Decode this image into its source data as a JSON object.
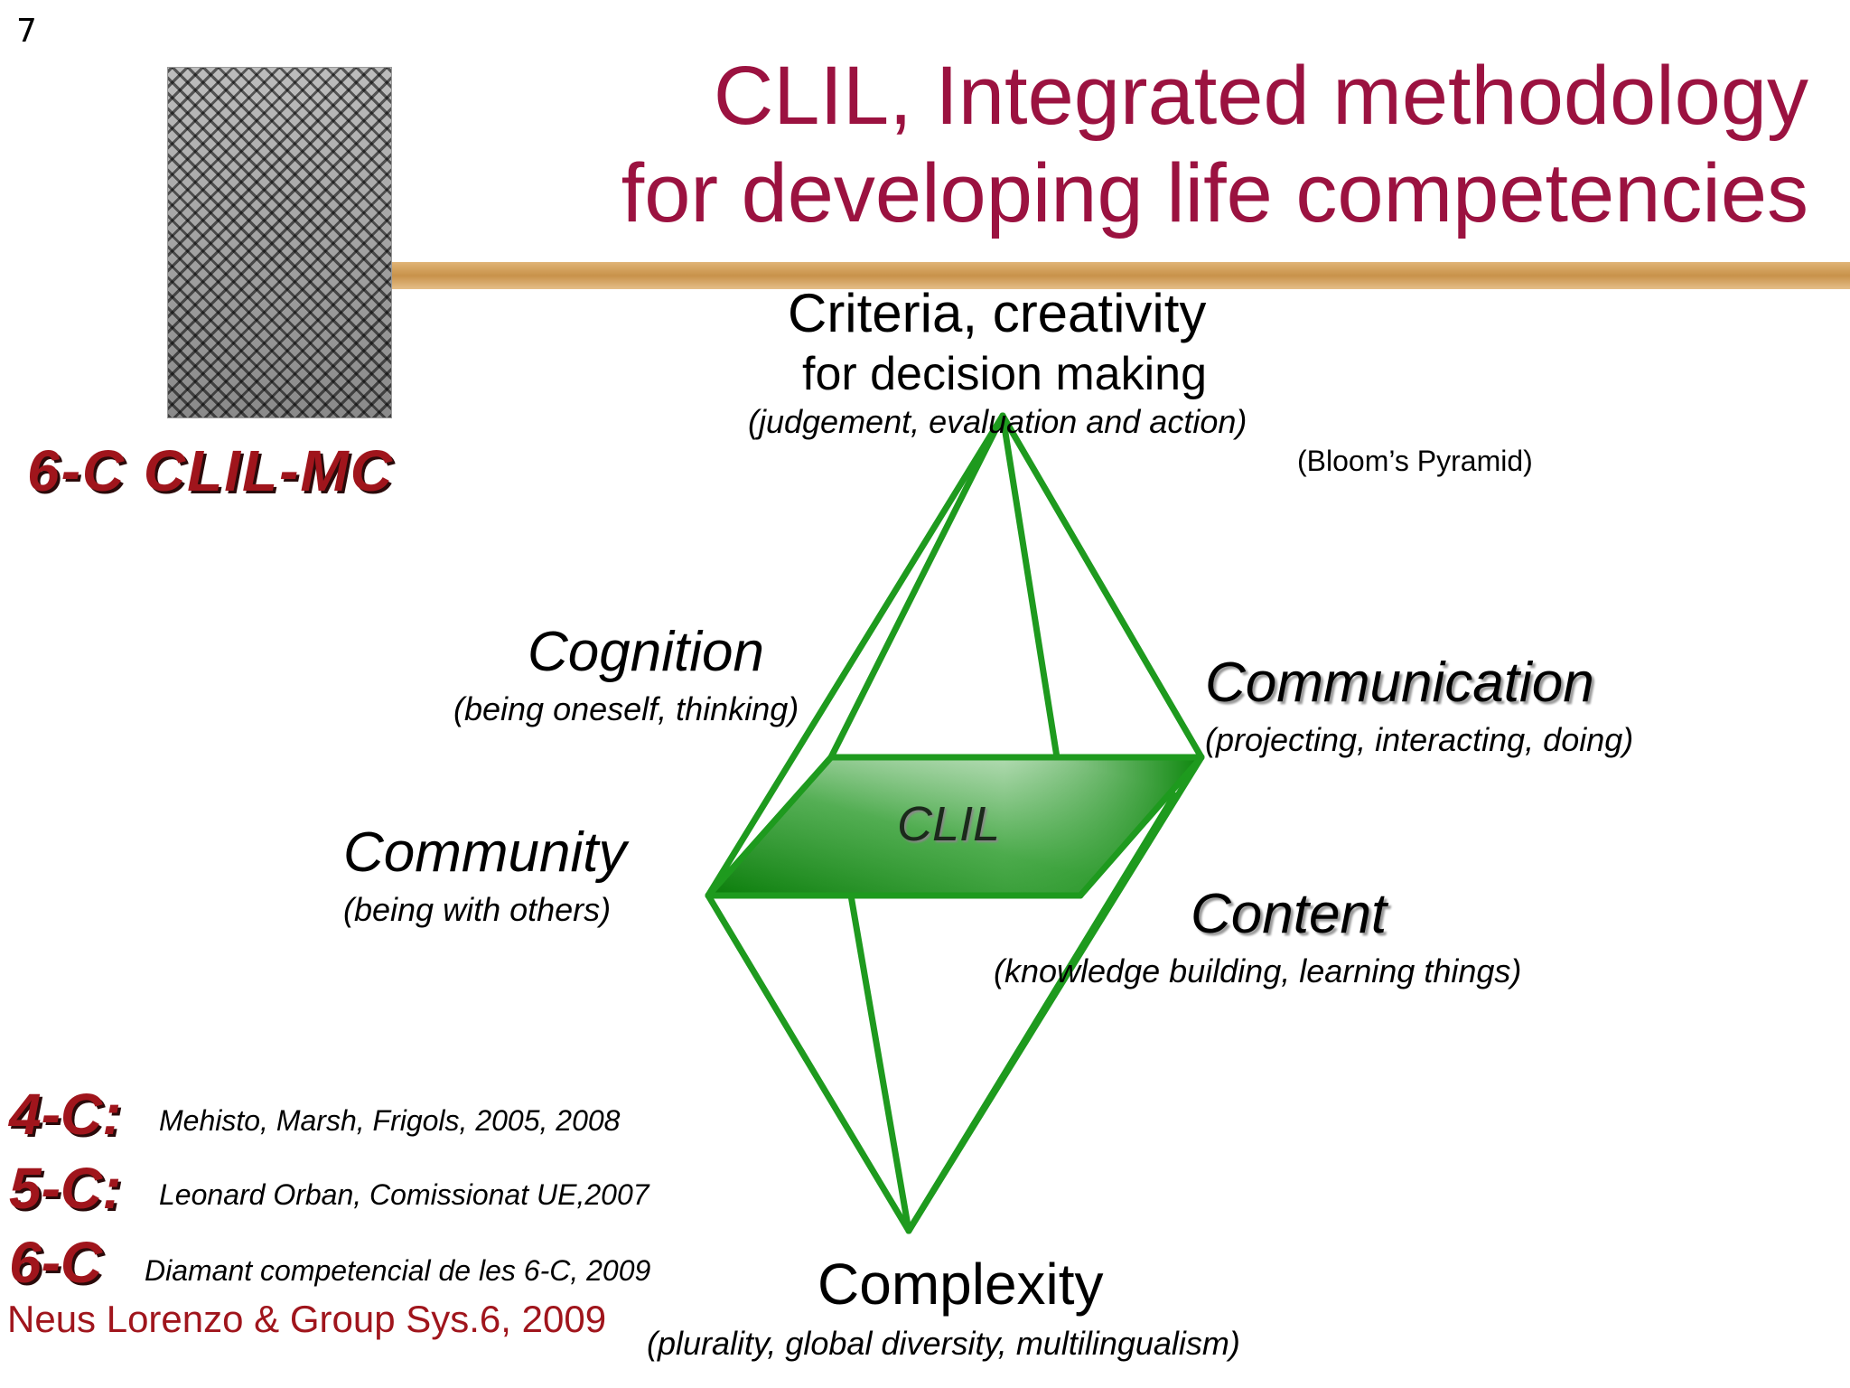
{
  "slide": {
    "number": "7"
  },
  "title": {
    "line1": "CLIL, Integrated methodology",
    "line2": "for developing life competencies"
  },
  "brand": "6-C CLIL-MC",
  "diagram": {
    "center_label": "CLIL",
    "top": {
      "line1": "Criteria, creativity",
      "line2": "for decision making",
      "detail": "(judgement, evaluation and action)",
      "note": "(Bloom’s Pyramid)"
    },
    "cognition": {
      "label": "Cognition",
      "detail": "(being oneself, thinking)"
    },
    "communication": {
      "label": "Communication",
      "detail": "(projecting, interacting, doing)"
    },
    "community": {
      "label": "Community",
      "detail": "(being with others)"
    },
    "content": {
      "label": "Content",
      "detail": "(knowledge building, learning things)"
    },
    "complexity": {
      "label": "Complexity",
      "detail": "(plurality, global diversity, multilingualism)"
    }
  },
  "references": [
    {
      "tag": "4-C:",
      "text": "Mehisto, Marsh, Frigols, 2005, 2008"
    },
    {
      "tag": "5-C:",
      "text": "Leonard Orban, Comissionat UE,2007"
    },
    {
      "tag": "6-C",
      "text": "Diamant competencial de les 6-C, 2009"
    }
  ],
  "author": "Neus Lorenzo &  Group Sys.6, 2009",
  "colors": {
    "title": "#9b1240",
    "accent_red": "#a0151c",
    "diagram_green": "#1e9a1e"
  }
}
